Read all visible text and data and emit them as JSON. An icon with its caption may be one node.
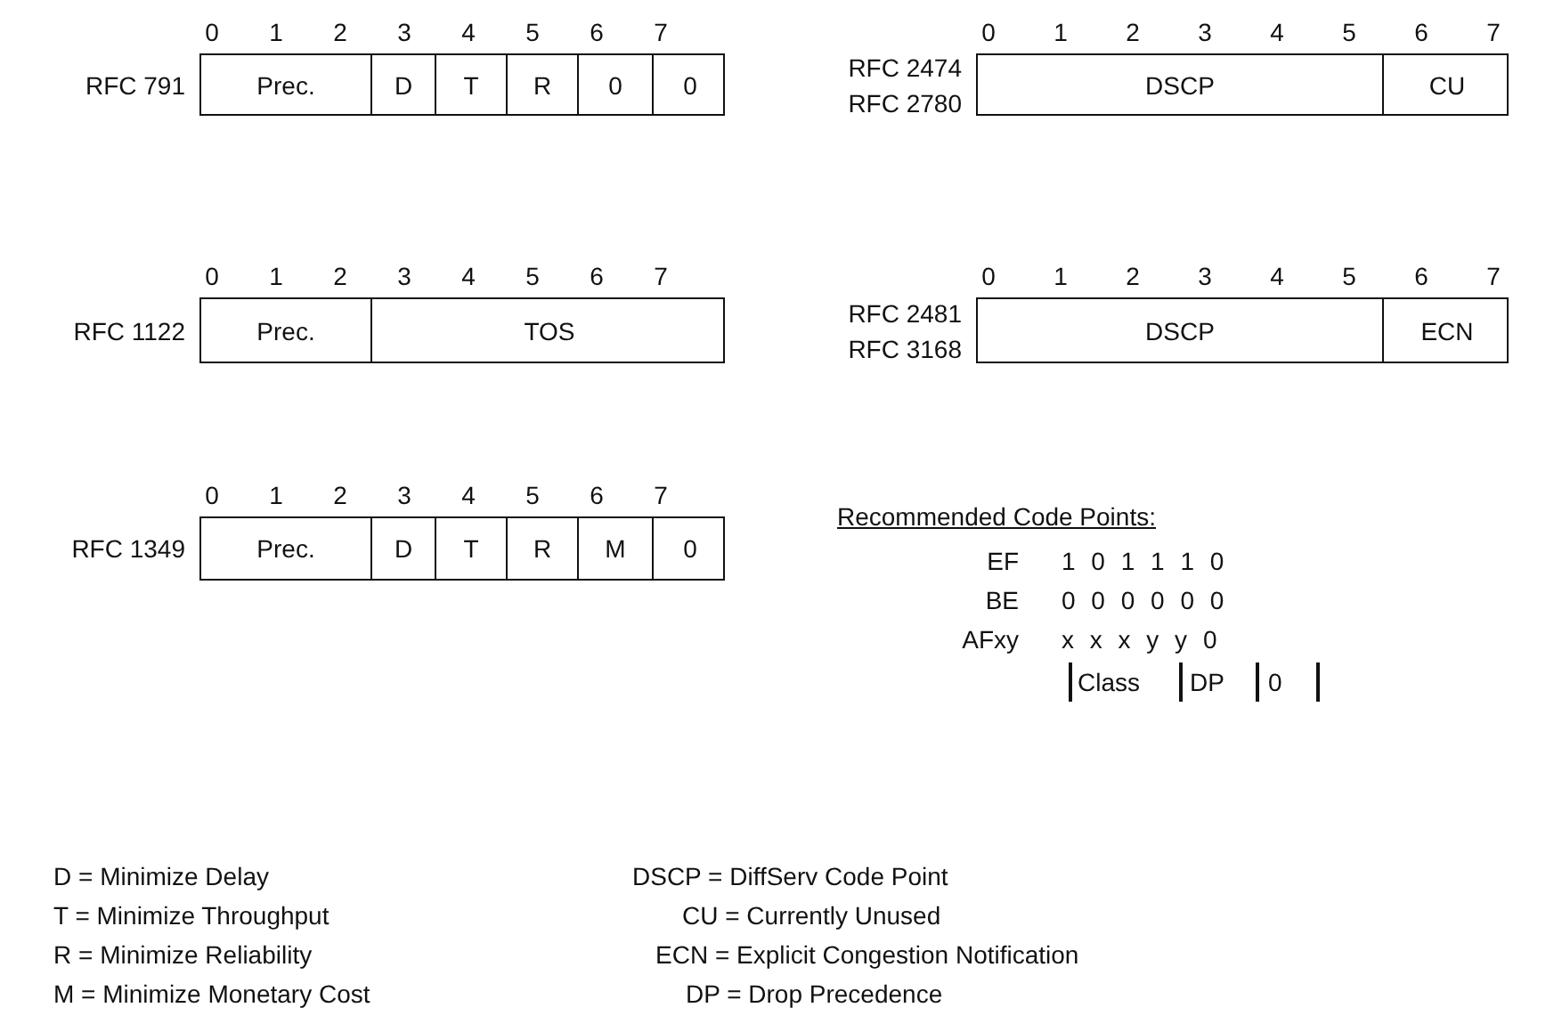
{
  "diagram": {
    "nodes": [
      {
        "text": [],
        "shape": "box",
        "beside": [
          "RFC 791"
        ]
      },
      {
        "text": [
          "Prec."
        ],
        "in": 0
      },
      {
        "text": [
          "D"
        ],
        "in": 0
      },
      {
        "text": [
          "T"
        ],
        "in": 0
      },
      {
        "text": [
          "R"
        ],
        "in": 0
      },
      {
        "text": [
          "0"
        ],
        "in": 0
      },
      {
        "text": [
          "0"
        ],
        "in": 0
      },
      {
        "text": [],
        "shape": "box",
        "beside": [
          "RFC 2474",
          "RFC 2780"
        ]
      },
      {
        "text": [
          "DSCP"
        ],
        "in": 7
      },
      {
        "text": [
          "CU"
        ],
        "in": 7
      },
      {
        "text": [],
        "shape": "box",
        "beside": [
          "RFC 1122"
        ]
      },
      {
        "text": [
          "Prec."
        ],
        "in": 10
      },
      {
        "text": [
          "TOS"
        ],
        "in": 10
      },
      {
        "text": [],
        "shape": "box",
        "beside": [
          "RFC 2481",
          "RFC 3168"
        ]
      },
      {
        "text": [
          "DSCP"
        ],
        "in": 13
      },
      {
        "text": [
          "ECN"
        ],
        "in": 13
      },
      {
        "text": [],
        "shape": "box",
        "beside": [
          "RFC 1349"
        ]
      },
      {
        "text": [
          "Prec."
        ],
        "in": 16
      },
      {
        "text": [
          "D"
        ],
        "in": 16
      },
      {
        "text": [
          "T"
        ],
        "in": 16
      },
      {
        "text": [
          "R"
        ],
        "in": 16
      },
      {
        "text": [
          "M"
        ],
        "in": 16
      },
      {
        "text": [
          "0"
        ],
        "in": 16
      }
    ],
    "labels": [
      "0",
      "1",
      "2",
      "3",
      "4",
      "5",
      "6",
      "7",
      "0",
      "1",
      "2",
      "3",
      "4",
      "5",
      "6",
      "7",
      "0",
      "1",
      "2",
      "3",
      "4",
      "5",
      "6",
      "7",
      "0",
      "1",
      "2",
      "3",
      "4",
      "5",
      "6",
      "7",
      "0",
      "1",
      "2",
      "3",
      "4",
      "5",
      "6",
      "7",
      "Recommended Code Points:",
      "EF",
      "1 0 1 1 1 0",
      "BE",
      "0 0 0 0 0 0",
      "AFxy",
      "x x x y y 0",
      "Class",
      "DP",
      "0",
      "D = Minimize Delay",
      "T = Minimize Throughput",
      "R = Minimize Reliability",
      "M = Minimize Monetary Cost",
      "DSCP = DiffServ Code Point",
      "CU = Currently Unused",
      "ECN = Explicit Congestion Notification",
      "DP = Drop Precedence"
    ]
  }
}
